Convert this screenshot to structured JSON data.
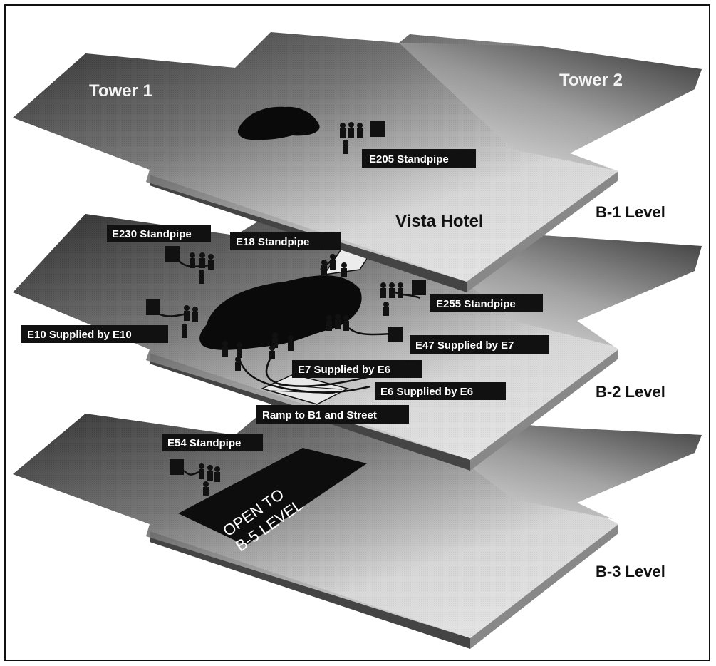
{
  "diagram": {
    "towers": {
      "tower1": "Tower 1",
      "tower2": "Tower 2"
    },
    "hotel": "Vista Hotel",
    "levels": {
      "b1": "B-1 Level",
      "b2": "B-2 Level",
      "b3": "B-3 Level"
    },
    "labels": {
      "e205": "E205 Standpipe",
      "e230": "E230 Standpipe",
      "e18": "E18 Standpipe",
      "e255": "E255 Standpipe",
      "e10": "E10 Supplied by E10",
      "e47": "E47 Supplied by E7",
      "e7": "E7 Supplied by E6",
      "e6": "E6 Supplied by E6",
      "ramp": "Ramp to B1 and Street",
      "e54": "E54 Standpipe"
    },
    "open_area": {
      "line1": "OPEN TO",
      "line2": "B-5 LEVEL"
    },
    "colors": {
      "badge": "#111111",
      "floor_dark": "#1a1a1a",
      "floor_light": "#f2f2f2"
    }
  }
}
